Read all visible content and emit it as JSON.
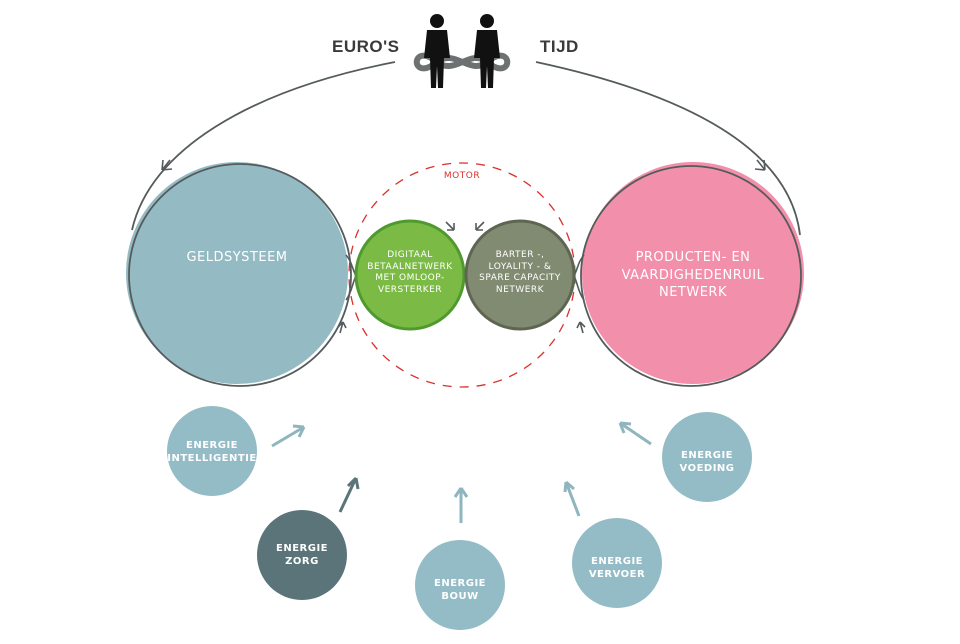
{
  "header": {
    "left_label": "EURO'S",
    "right_label": "TIJD"
  },
  "icons": {
    "people": "two-people-infinity-icon"
  },
  "motor": {
    "label": "MOTOR"
  },
  "nodes": {
    "geldsysteem": {
      "label": "GELDSYSTEEM"
    },
    "producten": {
      "label_lines": [
        "PRODUCTEN- EN",
        "VAARDIGHEDENRUIL",
        "NETWERK"
      ]
    },
    "digitaal": {
      "label_lines": [
        "DIGITAAL",
        "BETAALNETWERK",
        "MET OMLOOP-",
        "VERSTERKER"
      ]
    },
    "barter": {
      "label_lines": [
        "BARTER -,",
        "LOYALITY - &",
        "SPARE CAPACITY",
        "NETWERK"
      ]
    }
  },
  "energy": [
    {
      "key": "intelligentie",
      "lines": [
        "ENERGIE",
        "INTELLIGENTIE"
      ]
    },
    {
      "key": "zorg",
      "lines": [
        "ENERGIE",
        "ZORG"
      ]
    },
    {
      "key": "bouw",
      "lines": [
        "ENERGIE",
        "BOUW"
      ]
    },
    {
      "key": "vervoer",
      "lines": [
        "ENERGIE",
        "VERVOER"
      ]
    },
    {
      "key": "voeding",
      "lines": [
        "ENERGIE",
        "VOEDING"
      ]
    }
  ],
  "colors": {
    "geld": "#94bac4",
    "pink": "#f28fab",
    "green": "#7bbb45",
    "barter": "#818b72",
    "energy_light": "#93bcc6",
    "energy_dark": "#5a7479",
    "outline": "#555b5c",
    "motor_dash": "#d9312c",
    "arrow": "#8fb5bf"
  }
}
